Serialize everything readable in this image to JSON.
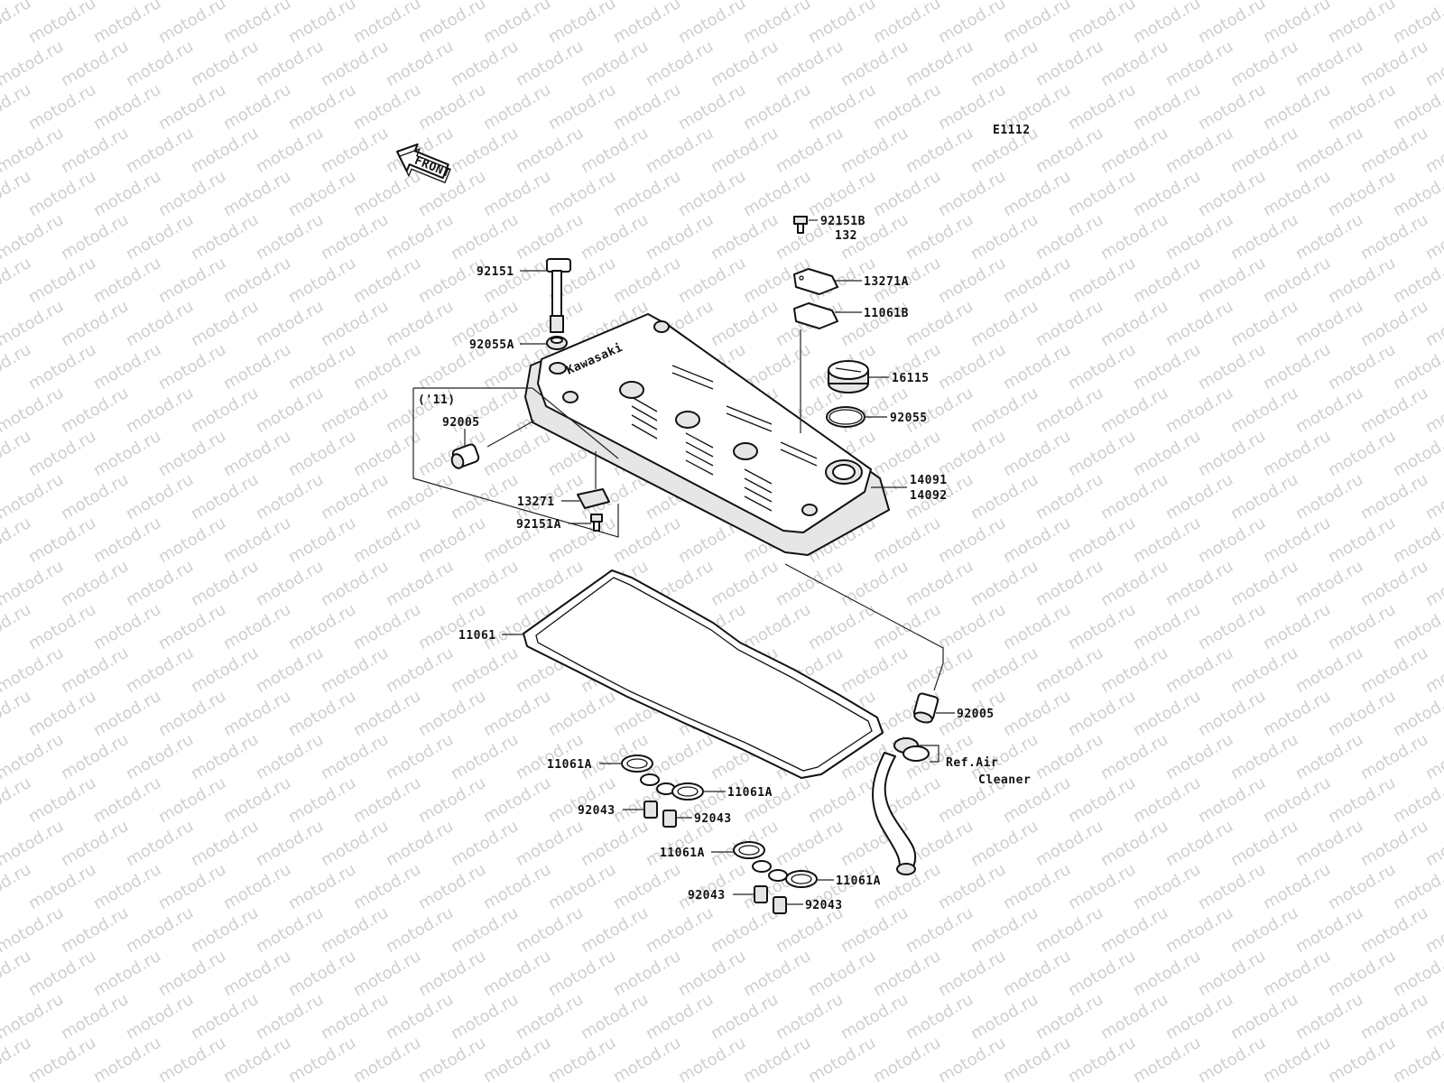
{
  "diagram_code": "E1112",
  "front_label": "FRONT",
  "watermark_text": "motod.ru",
  "brand_text": "Kawasaki",
  "labels": {
    "bolt_92151": "92151",
    "grommet_92055A": "92055A",
    "year_note": "('11)",
    "pipe_92005_upper": "92005",
    "plate_13271": "13271",
    "bolt_92151A": "92151A",
    "bolt_92151B": "92151B",
    "qty_132": "132",
    "plate_13271A": "13271A",
    "gasket_11061B": "11061B",
    "cap_16115": "16115",
    "oring_92055": "92055",
    "cover_14091": "14091",
    "cover_14092": "14092",
    "gasket_11061": "11061",
    "pipe_92005_lower": "92005",
    "ref_air": "Ref.Air",
    "ref_cleaner": "Cleaner",
    "seal_11061A_1": "11061A",
    "seal_11061A_2": "11061A",
    "seal_11061A_3": "11061A",
    "seal_11061A_4": "11061A",
    "dowel_92043_1": "92043",
    "dowel_92043_2": "92043",
    "dowel_92043_3": "92043",
    "dowel_92043_4": "92043"
  }
}
